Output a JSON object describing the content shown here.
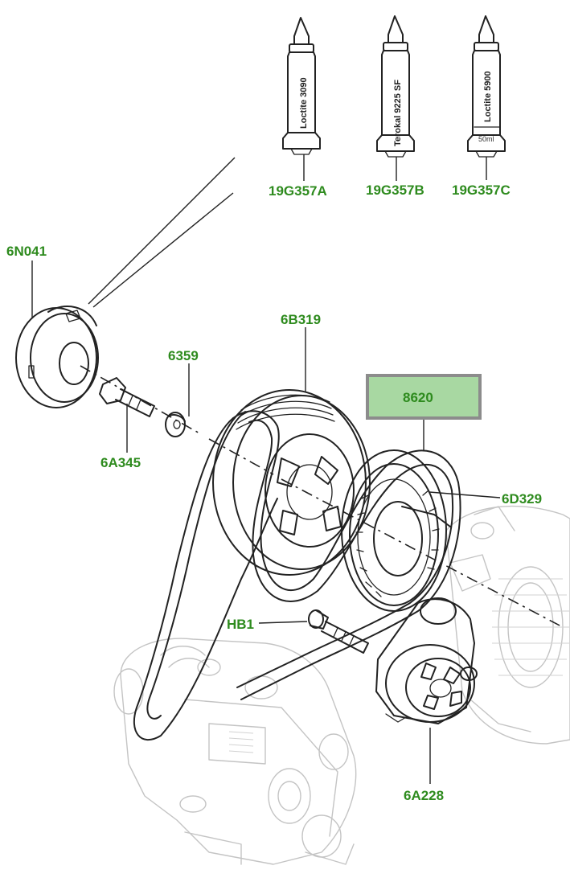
{
  "callouts": {
    "c19g357a": "19G357A",
    "c19g357b": "19G357B",
    "c19g357c": "19G357C",
    "c6n041": "6N041",
    "c6b319": "6B319",
    "c6359": "6359",
    "c8620": "8620",
    "c6a345": "6A345",
    "c6d329": "6D329",
    "chb1": "HB1",
    "c6a228": "6A228"
  },
  "tubes": {
    "a_label": "Loctite 3090",
    "b_label": "Terokal 9225 SF",
    "c_label": "Loctite 5900",
    "c_volume": "50ml"
  },
  "highlighted_callout": "8620",
  "colors": {
    "callout_text": "#2e8b1e",
    "highlight_fill": "#a8d8a2",
    "highlight_border": "#8c8c8c",
    "line_art": "#222222",
    "ghost_art": "#c4c4c4"
  }
}
